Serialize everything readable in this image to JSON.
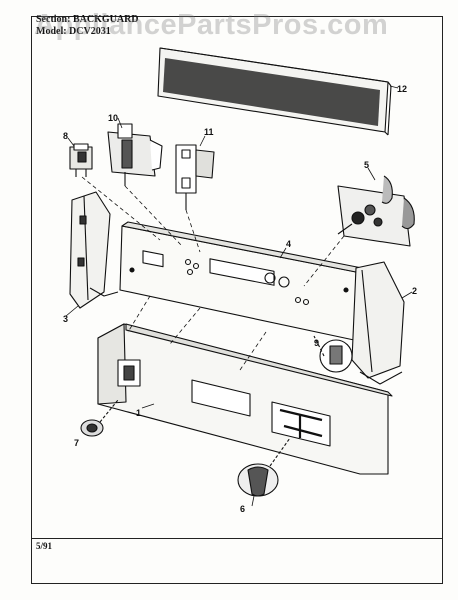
{
  "header": {
    "section_label": "Section:",
    "section_value": "BACKGUARD",
    "model_label": "Model:",
    "model_value": "DCV2031"
  },
  "watermark": "AppliancePartsPros.com",
  "footer": {
    "date": "5/91"
  },
  "callouts": {
    "p1": "1",
    "p2": "2",
    "p3": "3",
    "p4": "4",
    "p5": "5",
    "p6": "6",
    "p7": "7",
    "p8": "8",
    "p9": "9",
    "p10": "10",
    "p11": "11",
    "p12": "12"
  }
}
